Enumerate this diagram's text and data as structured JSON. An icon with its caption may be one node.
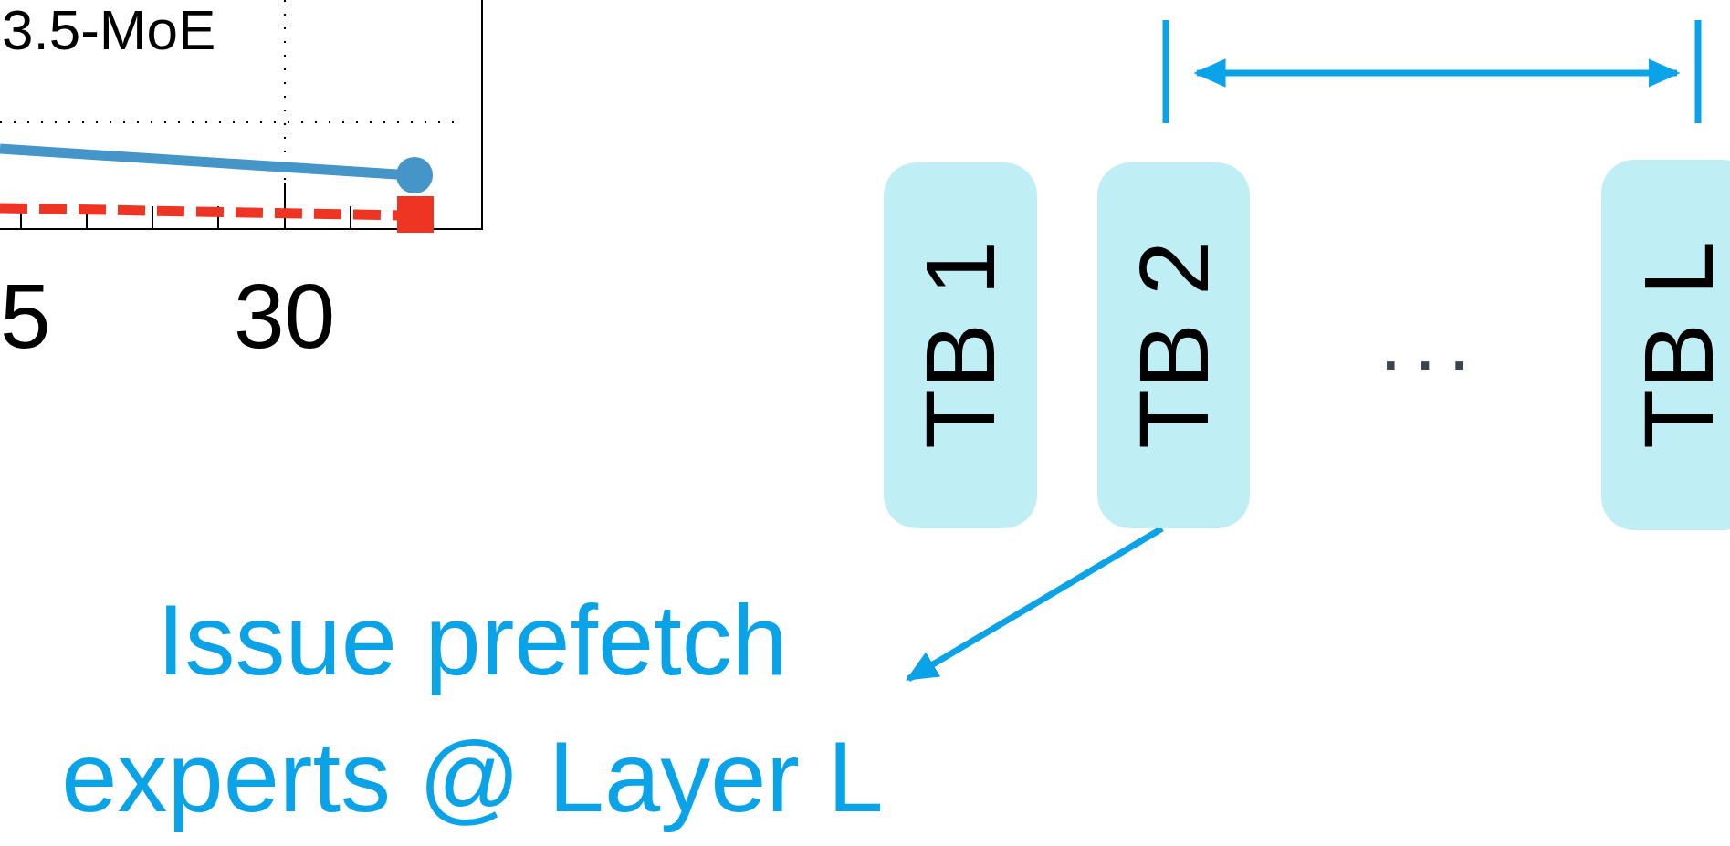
{
  "diagram": {
    "nodes": [
      {
        "text": [
          "TB 1"
        ]
      },
      {
        "text": [
          "TB 2"
        ]
      },
      {
        "text": [
          "TB L"
        ]
      },
      {
        "text": [
          "Issue prefetch experts @ Layer L"
        ]
      }
    ],
    "edges": [
      {
        "from": 1,
        "to": 3,
        "arrow": "to"
      }
    ],
    "labels": [
      "3.5-MoE",
      "5",
      "30",
      "..."
    ]
  }
}
